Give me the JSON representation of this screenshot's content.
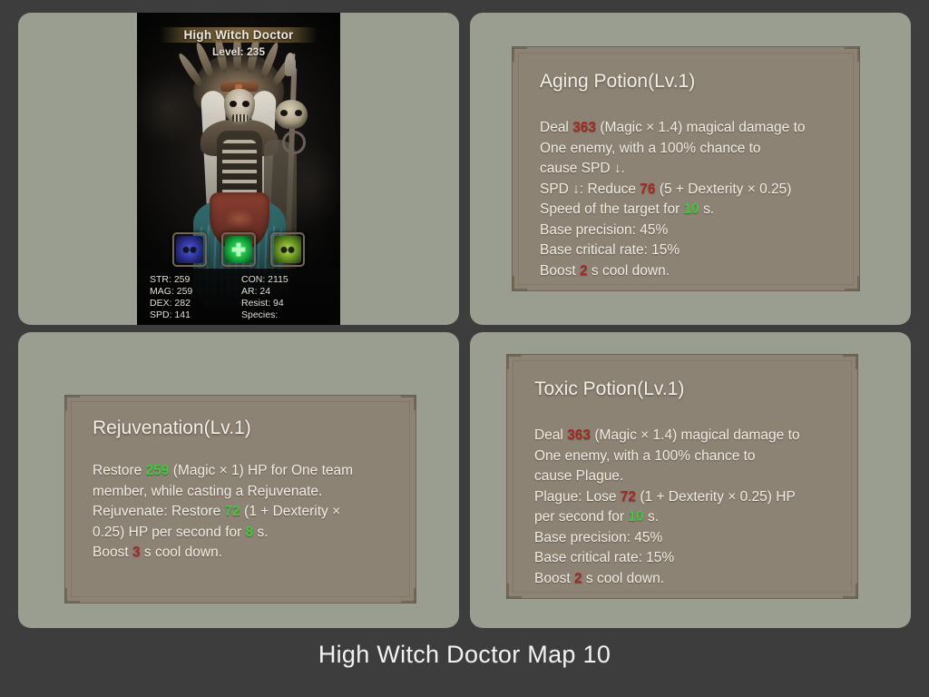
{
  "caption": "High Witch Doctor Map 10",
  "character": {
    "name": "High Witch Doctor",
    "level_label": "Level: 235",
    "stats_left": [
      "STR: 259",
      "MAG: 259",
      "DEX: 282",
      "SPD: 141"
    ],
    "stats_right": [
      "CON: 2115",
      "AR: 24",
      "Resist: 94",
      "Species:"
    ],
    "skill_icons": [
      {
        "name": "skill-icon-blue",
        "color": "#4e5ce8"
      },
      {
        "name": "skill-icon-green",
        "color": "#4bf06a"
      },
      {
        "name": "skill-icon-olive",
        "color": "#b9e256"
      }
    ]
  },
  "skills": {
    "aging": {
      "title": "Aging Potion(Lv.1)",
      "lines": [
        [
          {
            "t": "Deal "
          },
          {
            "t": "363",
            "c": "red"
          },
          {
            "t": " (Magic × 1.4) magical damage to"
          }
        ],
        [
          {
            "t": "One enemy, with a 100% chance to"
          }
        ],
        [
          {
            "t": "cause SPD ↓."
          }
        ],
        [
          {
            "t": "SPD ↓: Reduce "
          },
          {
            "t": "76",
            "c": "red"
          },
          {
            "t": " (5 + Dexterity × 0.25)"
          }
        ],
        [
          {
            "t": "Speed of the target for "
          },
          {
            "t": "10",
            "c": "green"
          },
          {
            "t": " s."
          }
        ],
        [
          {
            "t": "Base precision: 45%"
          }
        ],
        [
          {
            "t": "Base critical rate: 15%"
          }
        ],
        [
          {
            "t": "Boost "
          },
          {
            "t": "2",
            "c": "red"
          },
          {
            "t": " s cool down."
          }
        ]
      ]
    },
    "rejuvenation": {
      "title": "Rejuvenation(Lv.1)",
      "lines": [
        [
          {
            "t": "Restore "
          },
          {
            "t": "259",
            "c": "green"
          },
          {
            "t": " (Magic × 1) HP for One team"
          }
        ],
        [
          {
            "t": "member, while casting a Rejuvenate."
          }
        ],
        [
          {
            "t": "Rejuvenate: Restore "
          },
          {
            "t": "72",
            "c": "green"
          },
          {
            "t": " (1 + Dexterity ×"
          }
        ],
        [
          {
            "t": "0.25) HP per second for "
          },
          {
            "t": "8",
            "c": "green"
          },
          {
            "t": " s."
          }
        ],
        [
          {
            "t": "Boost "
          },
          {
            "t": "3",
            "c": "red"
          },
          {
            "t": " s cool down."
          }
        ]
      ]
    },
    "toxic": {
      "title": "Toxic Potion(Lv.1)",
      "lines": [
        [
          {
            "t": "Deal "
          },
          {
            "t": "363",
            "c": "red"
          },
          {
            "t": " (Magic × 1.4) magical damage to"
          }
        ],
        [
          {
            "t": "One enemy, with a 100% chance to"
          }
        ],
        [
          {
            "t": "cause Plague."
          }
        ],
        [
          {
            "t": "Plague: Lose "
          },
          {
            "t": "72",
            "c": "red"
          },
          {
            "t": " (1 + Dexterity × 0.25) HP"
          }
        ],
        [
          {
            "t": "per second for "
          },
          {
            "t": "10",
            "c": "green"
          },
          {
            "t": " s."
          }
        ],
        [
          {
            "t": "Base precision: 45%"
          }
        ],
        [
          {
            "t": "Base critical rate: 15%"
          }
        ],
        [
          {
            "t": "Boost "
          },
          {
            "t": "2",
            "c": "red"
          },
          {
            "t": " s cool down."
          }
        ]
      ]
    }
  },
  "colors": {
    "page_background": "#3d3d3d",
    "panel_background": "#9a9e90",
    "tooltip_background": "#8d8374",
    "number_red": "#a32a24",
    "number_green": "#3ec93e"
  }
}
